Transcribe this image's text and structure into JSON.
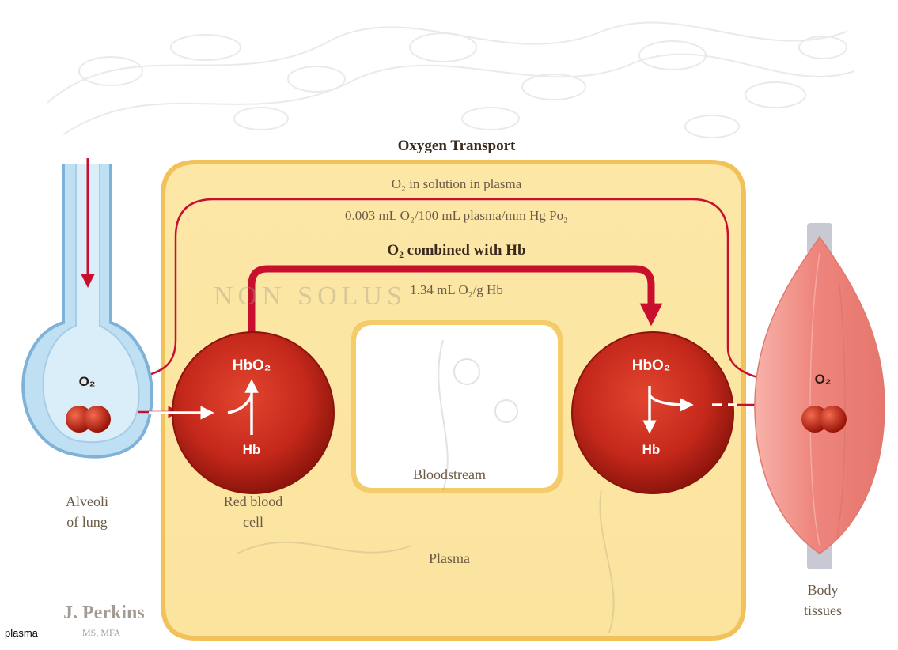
{
  "title": "Oxygen Transport",
  "plasma_pathway": {
    "label": "O₂ in solution in plasma",
    "rate": "0.003 mL O₂/100 mL plasma/mm Hg Po₂"
  },
  "hb_pathway": {
    "label": "O₂ combined with Hb",
    "rate": "1.34 mL O₂/g Hb"
  },
  "left_cell": {
    "top": "HbO₂",
    "bottom": "Hb"
  },
  "right_cell": {
    "top": "HbO₂",
    "bottom": "Hb"
  },
  "alveoli": {
    "o2": "O₂",
    "label_line1": "Alveoli",
    "label_line2": "of lung"
  },
  "tissue": {
    "o2": "O₂",
    "label_line1": "Body",
    "label_line2": "tissues"
  },
  "rbc_label": {
    "line1": "Red blood",
    "line2": "cell"
  },
  "bloodstream_label": "Bloodstream",
  "plasma_label": "Plasma",
  "watermark": {
    "name": "J. Perkins",
    "credentials": "MS, MFA",
    "motto": "NON SOLUS"
  },
  "corner_caption": "plasma",
  "colors": {
    "plasma_frame": "#f6d77a",
    "rbc": "#c8291c",
    "arrow": "#c8102e",
    "alveoli": "#9ec9e6",
    "muscle": "#ef8f87"
  }
}
